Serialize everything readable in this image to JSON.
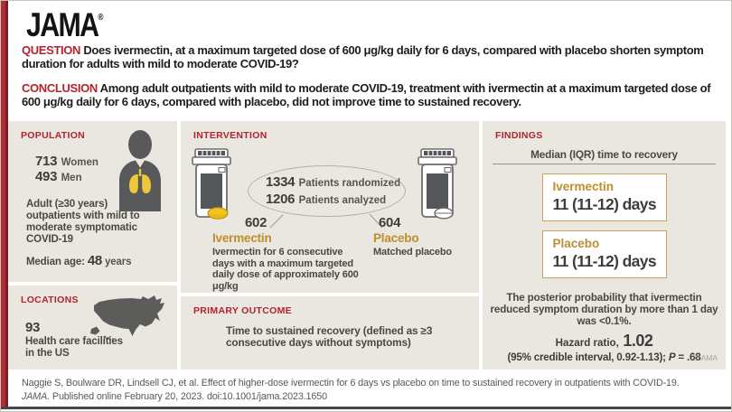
{
  "brand": {
    "logo": "JAMA",
    "registered": "®",
    "copyright": "© AMA"
  },
  "colors": {
    "accent_red": "#b2232e",
    "bar_red": "#b22c33",
    "panel_beige": "#eae7e0",
    "gold": "#bd8d2e",
    "box_border_tan": "#c8a35c",
    "pill_yellow": "#f2c422",
    "icon_gray": "#58595b",
    "text_dark": "#3e3d3b"
  },
  "icons": {
    "person": "person-with-lungs-icon",
    "map": "us-map-icon",
    "bottle_ivermectin": "pill-bottle-yellow-pill-icon",
    "bottle_placebo": "pill-bottle-white-pill-icon"
  },
  "summary": {
    "question": {
      "label": "QUESTION",
      "text": "Does ivermectin, at a maximum targeted dose of 600 μg/kg daily for 6 days, compared with placebo shorten symptom duration for adults with mild to moderate COVID-19?"
    },
    "conclusion": {
      "label": "CONCLUSION",
      "text": "Among adult outpatients with mild to moderate COVID-19, treatment with ivermectin at a maximum targeted dose of 600 μg/kg daily for 6 days, compared with placebo, did not improve time to sustained recovery."
    }
  },
  "population": {
    "header": "POPULATION",
    "women": {
      "value": "713",
      "label": "Women"
    },
    "men": {
      "value": "493",
      "label": "Men"
    },
    "description": "Adult (≥30 years) outpatients with mild to moderate symptomatic COVID-19",
    "median_age": {
      "prefix": "Median age:",
      "value": "48",
      "suffix": "years"
    }
  },
  "locations": {
    "header": "LOCATIONS",
    "count": "93",
    "description": "Health care facilities in the US"
  },
  "intervention": {
    "header": "INTERVENTION",
    "randomized": {
      "value": "1334",
      "label": "Patients randomized"
    },
    "analyzed": {
      "value": "1206",
      "label": "Patients analyzed"
    },
    "arms": [
      {
        "count": "602",
        "name": "Ivermectin",
        "description": "Ivermectin for 6 consecutive days with a maximum targeted daily dose of approximately 600 μg/kg"
      },
      {
        "count": "604",
        "name": "Placebo",
        "description": "Matched placebo"
      }
    ]
  },
  "primary_outcome": {
    "header": "PRIMARY OUTCOME",
    "text": "Time to sustained recovery (defined as ≥3 consecutive days without symptoms)"
  },
  "findings": {
    "header": "FINDINGS",
    "subtitle": "Median (IQR) time to recovery",
    "results": [
      {
        "name": "Ivermectin",
        "value": "11 (11-12) days"
      },
      {
        "name": "Placebo",
        "value": "11 (11-12) days"
      }
    ],
    "posterior": "The posterior probability that ivermectin reduced symptom duration by more than 1 day was <0.1%.",
    "hazard_ratio": {
      "label": "Hazard ratio,",
      "value": "1.02"
    },
    "credible": {
      "pre": "(95% credible interval, 0.92-1.13); ",
      "p": "P",
      "post": " = .68"
    }
  },
  "citation": {
    "pre": "Naggie S, Boulware DR, Lindsell CJ, et al. Effect of higher-dose ivermectin for 6 days vs placebo on time to sustained recovery in outpatients with COVID-19. ",
    "journal": "JAMA.",
    "post": " Published online February 20, 2023. doi:10.1001/jama.2023.1650"
  }
}
